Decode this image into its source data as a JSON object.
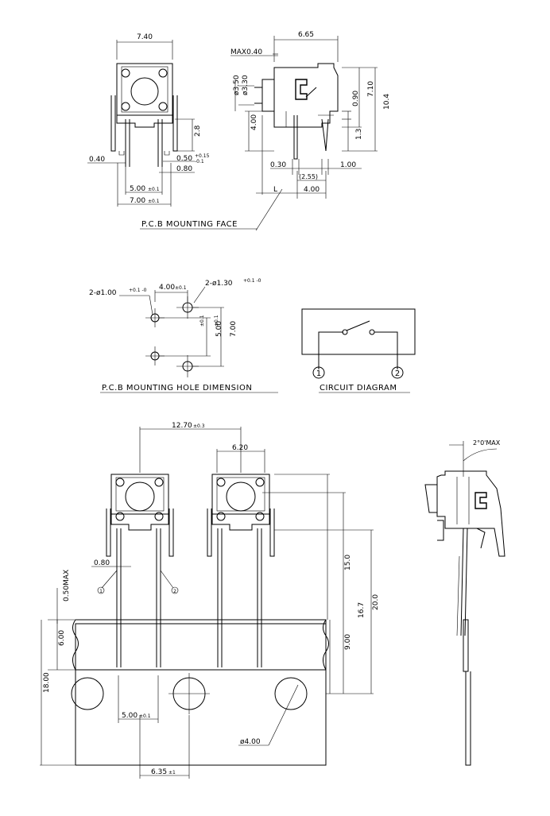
{
  "dimensions": {
    "top_width": "7.40",
    "side_width": "6.65",
    "max_040": "MAX0.40",
    "d350": "ø3.50",
    "d330": "ø3.30",
    "d710": "7.10",
    "d104": "10.4",
    "d090": "0.90",
    "d13": "1.3",
    "d400_side": "4.00",
    "d28": "2.8",
    "d050": "0.50",
    "d050_tol_plus": "+0.15",
    "d050_tol_minus": "-0.1",
    "d040": "0.40",
    "d080": "0.80",
    "d500": "5.00",
    "d500_tol": "±0.1",
    "d700": "7.00",
    "d700_tol": "±0.1",
    "d030": "0.30",
    "d100": "1.00",
    "d255": "(2.55)",
    "d400_bottom": "4.00",
    "L": "L"
  },
  "labels": {
    "pcb_face": "P.C.B MOUNTING FACE",
    "pcb_hole": "P.C.B MOUNTING HOLE DIMENSION",
    "circuit": "CIRCUIT DIAGRAM"
  },
  "hole": {
    "hole_small": "2-ø1.00",
    "hole_small_tol": "+0.1\n-0",
    "hole_large": "2-ø1.30",
    "hole_large_tol": "+0.1\n-0",
    "h400": "4.00",
    "h400_tol": "±0.1",
    "h500": "5.00",
    "h500_tol": "±0.1",
    "h700": "7.00",
    "h700_tol": "±0.1"
  },
  "circuit": {
    "pin1": "1",
    "pin2": "2"
  },
  "tape": {
    "pitch": "12.70",
    "pitch_tol": "±0.3",
    "w620": "6.20",
    "d080": "0.80",
    "pin1": "1",
    "pin2": "2",
    "max050": "0.50MAX",
    "d600": "6.00",
    "d150": "15.0",
    "d200": "20.0",
    "d167": "16.7",
    "d900": "9.00",
    "d1800": "18.00",
    "d500": "5.00",
    "d500_tol": "±0.1",
    "d635": "6.35",
    "d635_tol": "±1",
    "hole": "ø4.00",
    "angle": "2°0'MAX"
  }
}
